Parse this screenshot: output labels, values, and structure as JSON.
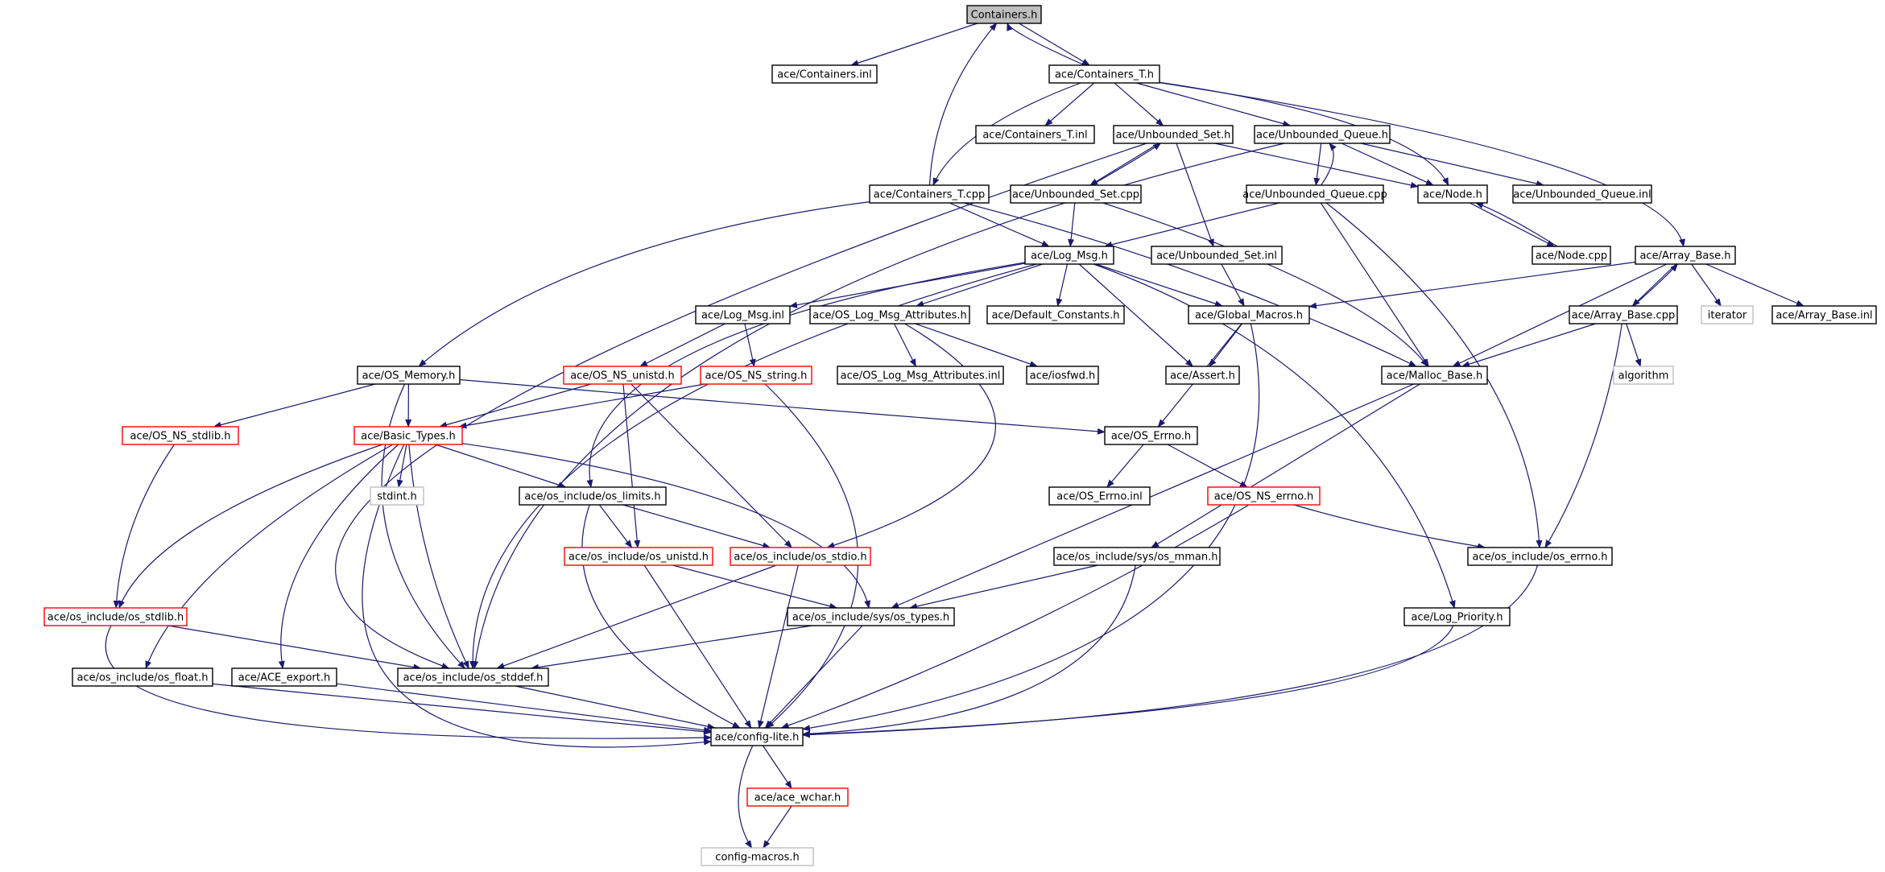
{
  "colors": {
    "edge": "#191970",
    "normal_border": "#000000",
    "incomplete_border": "#ff0000",
    "system_border": "#bfbfbf",
    "root_fill": "#bfbfbf",
    "node_fill": "#ffffff"
  },
  "nodes": [
    {
      "id": "containers_h",
      "label": "Containers.h",
      "style": "root"
    },
    {
      "id": "containers_inl",
      "label": "ace/Containers.inl",
      "style": "normal"
    },
    {
      "id": "containers_t_h",
      "label": "ace/Containers_T.h",
      "style": "normal"
    },
    {
      "id": "containers_t_inl",
      "label": "ace/Containers_T.inl",
      "style": "normal"
    },
    {
      "id": "unbounded_set_h",
      "label": "ace/Unbounded_Set.h",
      "style": "normal"
    },
    {
      "id": "unbounded_queue_h",
      "label": "ace/Unbounded_Queue.h",
      "style": "normal"
    },
    {
      "id": "containers_t_cpp",
      "label": "ace/Containers_T.cpp",
      "style": "normal"
    },
    {
      "id": "unbounded_set_cpp",
      "label": "ace/Unbounded_Set.cpp",
      "style": "normal"
    },
    {
      "id": "unbounded_queue_cpp",
      "label": "ace/Unbounded_Queue.cpp",
      "style": "normal"
    },
    {
      "id": "node_h",
      "label": "ace/Node.h",
      "style": "normal"
    },
    {
      "id": "unbounded_queue_inl",
      "label": "ace/Unbounded_Queue.inl",
      "style": "normal"
    },
    {
      "id": "log_msg_h",
      "label": "ace/Log_Msg.h",
      "style": "normal"
    },
    {
      "id": "unbounded_set_inl",
      "label": "ace/Unbounded_Set.inl",
      "style": "normal"
    },
    {
      "id": "node_cpp",
      "label": "ace/Node.cpp",
      "style": "normal"
    },
    {
      "id": "array_base_h",
      "label": "ace/Array_Base.h",
      "style": "normal"
    },
    {
      "id": "log_msg_inl",
      "label": "ace/Log_Msg.inl",
      "style": "normal"
    },
    {
      "id": "os_log_msg_attributes_h",
      "label": "ace/OS_Log_Msg_Attributes.h",
      "style": "normal"
    },
    {
      "id": "default_constants_h",
      "label": "ace/Default_Constants.h",
      "style": "normal"
    },
    {
      "id": "global_macros_h",
      "label": "ace/Global_Macros.h",
      "style": "normal"
    },
    {
      "id": "array_base_cpp",
      "label": "ace/Array_Base.cpp",
      "style": "normal"
    },
    {
      "id": "iterator",
      "label": "iterator",
      "style": "system"
    },
    {
      "id": "array_base_inl",
      "label": "ace/Array_Base.inl",
      "style": "normal"
    },
    {
      "id": "os_memory_h",
      "label": "ace/OS_Memory.h",
      "style": "normal"
    },
    {
      "id": "os_ns_unistd_h",
      "label": "ace/OS_NS_unistd.h",
      "style": "incomplete"
    },
    {
      "id": "os_ns_string_h",
      "label": "ace/OS_NS_string.h",
      "style": "incomplete"
    },
    {
      "id": "os_log_msg_attributes_inl",
      "label": "ace/OS_Log_Msg_Attributes.inl",
      "style": "normal"
    },
    {
      "id": "iosfwd_h",
      "label": "ace/iosfwd.h",
      "style": "normal"
    },
    {
      "id": "assert_h",
      "label": "ace/Assert.h",
      "style": "normal"
    },
    {
      "id": "malloc_base_h",
      "label": "ace/Malloc_Base.h",
      "style": "normal"
    },
    {
      "id": "algorithm",
      "label": "algorithm",
      "style": "system"
    },
    {
      "id": "os_ns_stdlib_h",
      "label": "ace/OS_NS_stdlib.h",
      "style": "incomplete"
    },
    {
      "id": "basic_types_h",
      "label": "ace/Basic_Types.h",
      "style": "incomplete"
    },
    {
      "id": "os_errno_h",
      "label": "ace/OS_Errno.h",
      "style": "normal"
    },
    {
      "id": "stdint_h",
      "label": "stdint.h",
      "style": "system"
    },
    {
      "id": "os_include_os_limits_h",
      "label": "ace/os_include/os_limits.h",
      "style": "normal"
    },
    {
      "id": "os_errno_inl",
      "label": "ace/OS_Errno.inl",
      "style": "normal"
    },
    {
      "id": "os_ns_errno_h",
      "label": "ace/OS_NS_errno.h",
      "style": "incomplete"
    },
    {
      "id": "os_include_os_unistd_h",
      "label": "ace/os_include/os_unistd.h",
      "style": "incomplete"
    },
    {
      "id": "os_include_os_stdio_h",
      "label": "ace/os_include/os_stdio.h",
      "style": "incomplete"
    },
    {
      "id": "os_include_sys_os_mman_h",
      "label": "ace/os_include/sys/os_mman.h",
      "style": "normal"
    },
    {
      "id": "os_include_os_errno_h",
      "label": "ace/os_include/os_errno.h",
      "style": "normal"
    },
    {
      "id": "os_include_os_stdlib_h",
      "label": "ace/os_include/os_stdlib.h",
      "style": "incomplete"
    },
    {
      "id": "os_include_sys_os_types_h",
      "label": "ace/os_include/sys/os_types.h",
      "style": "normal"
    },
    {
      "id": "log_priority_h",
      "label": "ace/Log_Priority.h",
      "style": "normal"
    },
    {
      "id": "os_include_os_float_h",
      "label": "ace/os_include/os_float.h",
      "style": "normal"
    },
    {
      "id": "ace_export_h",
      "label": "ace/ACE_export.h",
      "style": "normal"
    },
    {
      "id": "os_include_os_stddef_h",
      "label": "ace/os_include/os_stddef.h",
      "style": "normal"
    },
    {
      "id": "config_lite_h",
      "label": "ace/config-lite.h",
      "style": "normal"
    },
    {
      "id": "ace_wchar_h",
      "label": "ace/ace_wchar.h",
      "style": "incomplete"
    },
    {
      "id": "config_macros_h",
      "label": "config-macros.h",
      "style": "system"
    }
  ],
  "edges": [
    [
      "containers_h",
      "containers_inl"
    ],
    [
      "containers_h",
      "containers_t_h"
    ],
    [
      "containers_t_h",
      "containers_h"
    ],
    [
      "containers_t_cpp",
      "containers_h"
    ],
    [
      "containers_t_h",
      "containers_t_inl"
    ],
    [
      "containers_t_h",
      "unbounded_set_h"
    ],
    [
      "containers_t_h",
      "unbounded_queue_h"
    ],
    [
      "containers_t_h",
      "node_h"
    ],
    [
      "containers_t_h",
      "array_base_h"
    ],
    [
      "containers_t_h",
      "containers_t_cpp"
    ],
    [
      "unbounded_set_h",
      "node_h"
    ],
    [
      "unbounded_set_h",
      "unbounded_set_cpp"
    ],
    [
      "unbounded_set_cpp",
      "unbounded_set_h"
    ],
    [
      "unbounded_set_h",
      "unbounded_set_inl"
    ],
    [
      "unbounded_set_h",
      "os_include_os_stddef_h"
    ],
    [
      "unbounded_queue_h",
      "node_h"
    ],
    [
      "unbounded_queue_h",
      "unbounded_queue_inl"
    ],
    [
      "unbounded_queue_h",
      "unbounded_queue_cpp"
    ],
    [
      "unbounded_queue_cpp",
      "unbounded_queue_h"
    ],
    [
      "unbounded_queue_h",
      "os_include_os_stddef_h"
    ],
    [
      "node_h",
      "node_cpp"
    ],
    [
      "node_cpp",
      "node_h"
    ],
    [
      "containers_t_cpp",
      "log_msg_h"
    ],
    [
      "containers_t_cpp",
      "os_memory_h"
    ],
    [
      "containers_t_cpp",
      "malloc_base_h"
    ],
    [
      "unbounded_set_cpp",
      "log_msg_h"
    ],
    [
      "unbounded_set_cpp",
      "malloc_base_h"
    ],
    [
      "unbounded_queue_cpp",
      "log_msg_h"
    ],
    [
      "unbounded_queue_cpp",
      "malloc_base_h"
    ],
    [
      "unbounded_queue_cpp",
      "os_include_os_errno_h"
    ],
    [
      "unbounded_set_inl",
      "global_macros_h"
    ],
    [
      "log_msg_h",
      "log_msg_inl"
    ],
    [
      "log_msg_h",
      "os_log_msg_attributes_h"
    ],
    [
      "log_msg_h",
      "default_constants_h"
    ],
    [
      "log_msg_h",
      "global_macros_h"
    ],
    [
      "log_msg_h",
      "assert_h"
    ],
    [
      "log_msg_h",
      "log_priority_h"
    ],
    [
      "log_msg_h",
      "os_include_os_limits_h"
    ],
    [
      "log_msg_h",
      "os_include_os_stddef_h"
    ],
    [
      "log_msg_inl",
      "os_ns_unistd_h"
    ],
    [
      "log_msg_inl",
      "os_ns_string_h"
    ],
    [
      "os_log_msg_attributes_h",
      "os_log_msg_attributes_inl"
    ],
    [
      "os_log_msg_attributes_h",
      "iosfwd_h"
    ],
    [
      "os_log_msg_attributes_h",
      "os_include_os_stdio_h"
    ],
    [
      "global_macros_h",
      "assert_h"
    ],
    [
      "global_macros_h",
      "os_errno_h"
    ],
    [
      "global_macros_h",
      "config_lite_h"
    ],
    [
      "array_base_h",
      "global_macros_h"
    ],
    [
      "array_base_h",
      "malloc_base_h"
    ],
    [
      "array_base_h",
      "array_base_cpp"
    ],
    [
      "array_base_cpp",
      "array_base_h"
    ],
    [
      "array_base_h",
      "iterator"
    ],
    [
      "array_base_h",
      "array_base_inl"
    ],
    [
      "array_base_cpp",
      "malloc_base_h"
    ],
    [
      "array_base_cpp",
      "algorithm"
    ],
    [
      "array_base_cpp",
      "os_include_os_errno_h"
    ],
    [
      "os_memory_h",
      "basic_types_h"
    ],
    [
      "os_memory_h",
      "os_ns_stdlib_h"
    ],
    [
      "os_memory_h",
      "os_errno_h"
    ],
    [
      "os_memory_h",
      "os_include_os_stddef_h"
    ],
    [
      "os_ns_unistd_h",
      "basic_types_h"
    ],
    [
      "os_ns_unistd_h",
      "os_include_os_unistd_h"
    ],
    [
      "os_ns_unistd_h",
      "os_include_os_stdio_h"
    ],
    [
      "os_ns_string_h",
      "basic_types_h"
    ],
    [
      "os_ns_string_h",
      "config_lite_h"
    ],
    [
      "malloc_base_h",
      "os_include_sys_os_mman_h"
    ],
    [
      "malloc_base_h",
      "os_include_sys_os_types_h"
    ],
    [
      "os_ns_stdlib_h",
      "os_include_os_stdlib_h"
    ],
    [
      "basic_types_h",
      "stdint_h"
    ],
    [
      "basic_types_h",
      "os_include_os_limits_h"
    ],
    [
      "basic_types_h",
      "os_include_sys_os_types_h"
    ],
    [
      "basic_types_h",
      "os_include_os_stdlib_h"
    ],
    [
      "basic_types_h",
      "os_include_os_float_h"
    ],
    [
      "basic_types_h",
      "ace_export_h"
    ],
    [
      "basic_types_h",
      "os_include_os_stddef_h"
    ],
    [
      "basic_types_h",
      "config_lite_h"
    ],
    [
      "os_errno_h",
      "os_errno_inl"
    ],
    [
      "os_errno_h",
      "os_ns_errno_h"
    ],
    [
      "os_ns_errno_h",
      "os_include_os_errno_h"
    ],
    [
      "os_ns_errno_h",
      "config_lite_h"
    ],
    [
      "os_include_os_limits_h",
      "os_include_os_unistd_h"
    ],
    [
      "os_include_os_limits_h",
      "os_include_os_stdio_h"
    ],
    [
      "os_include_os_limits_h",
      "config_lite_h"
    ],
    [
      "os_include_os_unistd_h",
      "os_include_sys_os_types_h"
    ],
    [
      "os_include_os_unistd_h",
      "config_lite_h"
    ],
    [
      "os_include_os_stdio_h",
      "os_include_os_stddef_h"
    ],
    [
      "os_include_os_stdio_h",
      "config_lite_h"
    ],
    [
      "os_include_sys_os_mman_h",
      "os_include_sys_os_types_h"
    ],
    [
      "os_include_sys_os_mman_h",
      "config_lite_h"
    ],
    [
      "os_include_os_errno_h",
      "config_lite_h"
    ],
    [
      "os_include_os_stdlib_h",
      "os_include_os_stddef_h"
    ],
    [
      "os_include_os_stdlib_h",
      "config_lite_h"
    ],
    [
      "os_include_sys_os_types_h",
      "os_include_os_stddef_h"
    ],
    [
      "os_include_sys_os_types_h",
      "config_lite_h"
    ],
    [
      "log_priority_h",
      "config_lite_h"
    ],
    [
      "os_include_os_float_h",
      "config_lite_h"
    ],
    [
      "ace_export_h",
      "config_lite_h"
    ],
    [
      "os_include_os_stddef_h",
      "config_lite_h"
    ],
    [
      "config_lite_h",
      "ace_wchar_h"
    ],
    [
      "config_lite_h",
      "config_macros_h"
    ],
    [
      "ace_wchar_h",
      "config_macros_h"
    ]
  ]
}
